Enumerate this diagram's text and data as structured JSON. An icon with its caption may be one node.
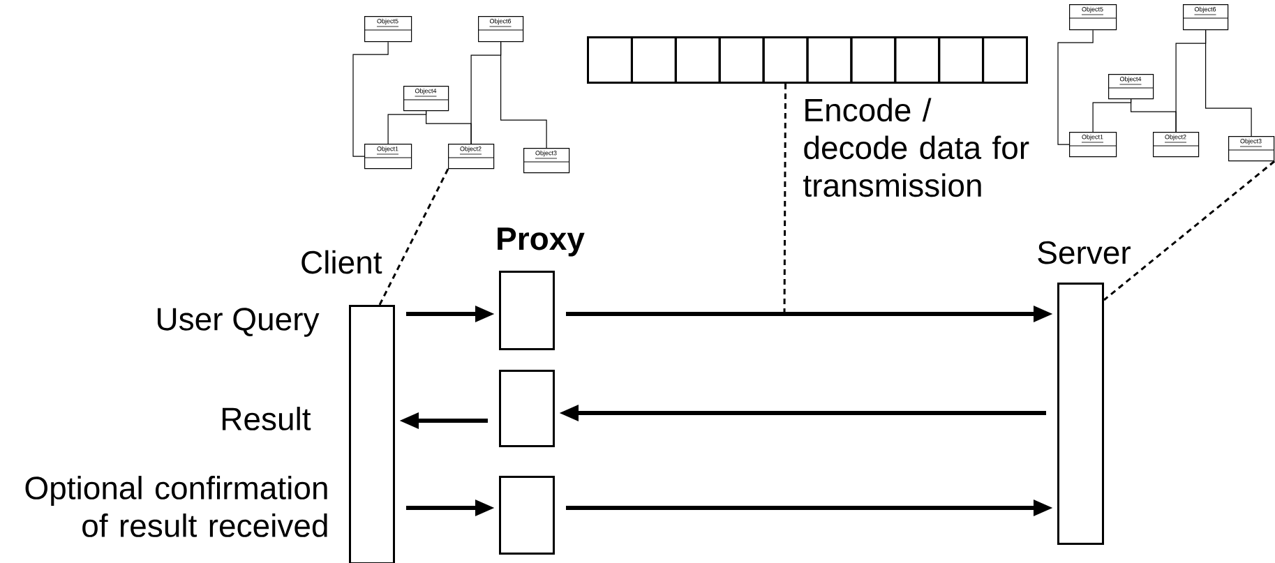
{
  "diagram": {
    "nodes": [
      {
        "text": [
          "Object5"
        ]
      },
      {
        "text": [
          "Object6"
        ]
      },
      {
        "text": [
          "Object4"
        ]
      },
      {
        "text": [
          "Object1"
        ]
      },
      {
        "text": [
          "Object2"
        ]
      },
      {
        "text": [
          "Object3"
        ]
      },
      {
        "text": [
          "Object5"
        ]
      },
      {
        "text": [
          "Object6"
        ]
      },
      {
        "text": [
          "Object4"
        ]
      },
      {
        "text": [
          "Object1"
        ]
      },
      {
        "text": [
          "Object2"
        ]
      },
      {
        "text": [
          "Object3"
        ]
      },
      {
        "text": [],
        "shape": "box"
      },
      {
        "text": [],
        "shape": "box"
      },
      {
        "text": [],
        "shape": "box"
      },
      {
        "text": [],
        "shape": "box"
      },
      {
        "text": [],
        "shape": "box"
      },
      {
        "text": [],
        "shape": "box"
      },
      {
        "text": [],
        "shape": "box"
      },
      {
        "text": [],
        "shape": "box"
      },
      {
        "text": [],
        "shape": "box"
      },
      {
        "text": [],
        "shape": "box"
      },
      {
        "text": [
          "Client"
        ]
      },
      {
        "text": [
          "Proxy"
        ]
      },
      {
        "text": [],
        "shape": "box"
      },
      {
        "text": [],
        "shape": "box"
      },
      {
        "text": [
          "Server"
        ]
      }
    ],
    "edges": [
      {
        "from": 0,
        "to": 3,
        "arrow": "none"
      },
      {
        "from": 2,
        "to": 3,
        "arrow": "none"
      },
      {
        "from": 2,
        "to": 4,
        "arrow": "none"
      },
      {
        "from": 1,
        "to": 4,
        "arrow": "none"
      },
      {
        "from": 1,
        "to": 5,
        "arrow": "none"
      },
      {
        "from": 6,
        "to": 9,
        "arrow": "none"
      },
      {
        "from": 8,
        "to": 9,
        "arrow": "none"
      },
      {
        "from": 8,
        "to": 10,
        "arrow": "none"
      },
      {
        "from": 7,
        "to": 10,
        "arrow": "none"
      },
      {
        "from": 7,
        "to": 11,
        "arrow": "none"
      },
      {
        "from": 22,
        "to": 23,
        "arrow": "to",
        "style": "thick"
      },
      {
        "from": 23,
        "to": 26,
        "arrow": "to",
        "style": "thick"
      },
      {
        "from": 26,
        "to": 24,
        "arrow": "to",
        "style": "thick"
      },
      {
        "from": 24,
        "to": 22,
        "arrow": "to",
        "style": "thick"
      },
      {
        "from": 22,
        "to": 25,
        "arrow": "to",
        "style": "thick"
      },
      {
        "from": 25,
        "to": 26,
        "arrow": "to",
        "style": "thick"
      },
      {
        "from": 16,
        "to": null,
        "arrow": "none",
        "style": "dashed"
      },
      {
        "from": 4,
        "to": 22,
        "arrow": "none",
        "style": "dashed"
      },
      {
        "from": 11,
        "to": 26,
        "arrow": "none",
        "style": "dashed"
      }
    ],
    "labels": [
      "Encode / decode data for transmission",
      "User Query",
      "Result",
      "Optional confirmation of result received"
    ]
  }
}
